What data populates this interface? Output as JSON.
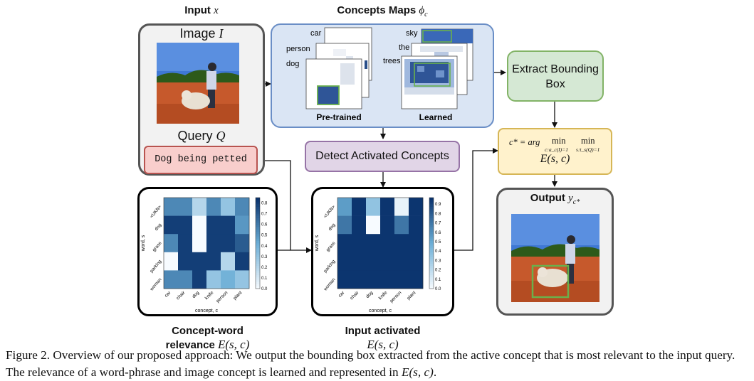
{
  "input": {
    "title": "Input",
    "title_var": "x",
    "image_label": "Image",
    "image_var": "I",
    "query_label": "Query",
    "query_var": "Q",
    "query_text": "Dog being petted"
  },
  "concepts": {
    "title": "Concepts Maps",
    "title_var": "ϕ",
    "title_sub": "c",
    "pretrained_labels": [
      "car",
      "person",
      "dog"
    ],
    "pretrained_caption": "Pre-trained",
    "learned_labels": [
      "sky",
      "the",
      "trees"
    ],
    "learned_caption": "Learned"
  },
  "extract": {
    "label_line1": "Extract Bounding",
    "label_line2": "Box"
  },
  "detect": {
    "label": "Detect Activated Concepts"
  },
  "formula": {
    "lhs": "c* = arg",
    "min1": "min",
    "min1_sub": "c:a_c(I)=1",
    "min2": "min",
    "min2_sub": "s:t_s(Q)=1",
    "rhs": "E(s, c)"
  },
  "output": {
    "title": "Output",
    "title_var": "y",
    "title_sub": "c*"
  },
  "relevance_panel": {
    "caption_line1": "Concept-word",
    "caption_line2": "relevance",
    "caption_math": "E(s, c)"
  },
  "activated_panel": {
    "caption_line1": "Input activated",
    "caption_math": "E(s, c)"
  },
  "figure_caption": {
    "prefix": "Figure 2. Overview of our proposed approach: We output the bounding box extracted from the active concept that is most relevant to the input query. The relevance of a word-phrase and image concept is learned and represented in ",
    "math": "E(s, c)",
    "suffix": "."
  },
  "chart_data": [
    {
      "type": "heatmap",
      "title": "",
      "xlabel": "concept, c",
      "ylabel": "word, s",
      "x": [
        "car",
        "chair",
        "dog",
        "knife",
        "person",
        "plant"
      ],
      "y": [
        "<UKN>",
        "dog",
        "grass",
        "parking",
        "woman"
      ],
      "values": [
        [
          0.55,
          0.55,
          0.2,
          0.55,
          0.3,
          0.55
        ],
        [
          0.8,
          0.8,
          0.0,
          0.8,
          0.8,
          0.5
        ],
        [
          0.55,
          0.8,
          0.0,
          0.8,
          0.8,
          0.7
        ],
        [
          0.0,
          0.8,
          0.8,
          0.8,
          0.2,
          0.8
        ],
        [
          0.55,
          0.55,
          0.8,
          0.3,
          0.4,
          0.3
        ]
      ],
      "colorbar_ticks": [
        "0.0",
        "0.1",
        "0.2",
        "0.3",
        "0.4",
        "0.5",
        "0.6",
        "0.7",
        "0.8"
      ],
      "zlim": [
        0,
        0.85
      ]
    },
    {
      "type": "heatmap",
      "title": "",
      "xlabel": "concept, c",
      "ylabel": "word, s",
      "x": [
        "car",
        "chair",
        "dog",
        "knife",
        "person",
        "plant"
      ],
      "y": [
        "<UKN>",
        "dog",
        "grass",
        "parking",
        "woman"
      ],
      "values": [
        [
          0.55,
          0.95,
          0.35,
          0.95,
          0.05,
          0.95
        ],
        [
          0.7,
          0.95,
          0.0,
          0.95,
          0.7,
          0.95
        ],
        [
          0.95,
          0.95,
          0.95,
          0.95,
          0.95,
          0.95
        ],
        [
          0.95,
          0.95,
          0.95,
          0.95,
          0.95,
          0.95
        ],
        [
          0.95,
          0.95,
          0.95,
          0.95,
          0.95,
          0.95
        ]
      ],
      "colorbar_ticks": [
        "0.0",
        "0.1",
        "0.2",
        "0.3",
        "0.4",
        "0.5",
        "0.6",
        "0.7",
        "0.8",
        "0.9"
      ],
      "zlim": [
        0,
        0.97
      ]
    }
  ],
  "colors": {
    "concepts_fill": "#dae5f4",
    "concepts_border": "#6a8ec6",
    "extract_fill": "#d5e8d4",
    "extract_border": "#82b366",
    "detect_fill": "#e1d5e7",
    "detect_border": "#9673a6",
    "formula_fill": "#fff2cc",
    "formula_border": "#d6b656",
    "query_fill": "#f8cecc",
    "query_border": "#b85450",
    "panel_fill": "#f2f2f2",
    "panel_border": "#555555"
  }
}
